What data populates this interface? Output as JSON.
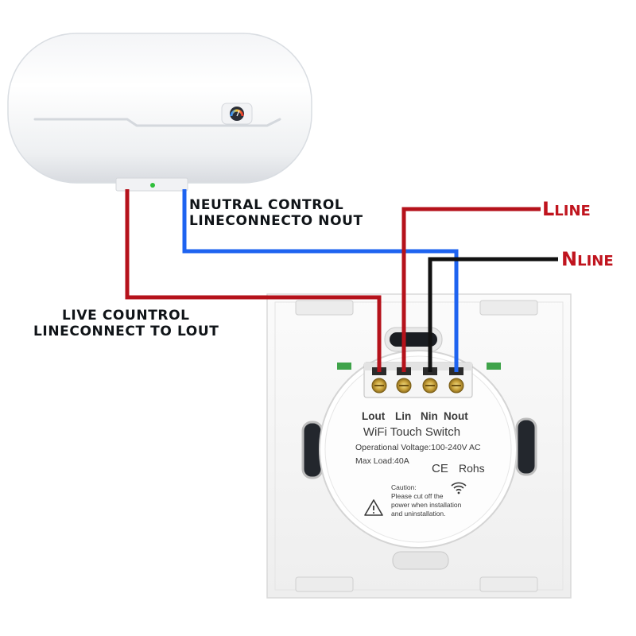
{
  "labels": {
    "neutral_control_1": "NEUTRAL CONTROL",
    "neutral_control_2": "LINECONNECTO NOUT",
    "live_control_1": "LIVE COUNTROL",
    "live_control_2": "LINECONNECT TO LOUT",
    "l_line_big": "L",
    "l_line_small": "LINE",
    "n_line_big": "N",
    "n_line_small": "LINE"
  },
  "switch": {
    "terminals": [
      "Lout",
      "Lin",
      "Nin",
      "Nout"
    ],
    "product_name": "WiFi Touch Switch",
    "voltage": "Operational Voltage:100-240V AC",
    "max_load": "Max Load:40A",
    "ce_mark": "CE",
    "rohs": "Rohs",
    "caution_title": "Caution:",
    "caution_lines": [
      "Please cut off the",
      "power when installation",
      "and uninstallation."
    ]
  },
  "colors": {
    "live_wire": "#b5121b",
    "neutral_wire": "#1e63f0",
    "n_line_wire": "#111111",
    "label_red": "#c0141e"
  },
  "icons": {
    "heater_gauge": "temperature-gauge-icon",
    "wifi": "wifi-icon",
    "warning": "warning-triangle-icon",
    "ce": "ce-mark-icon"
  }
}
